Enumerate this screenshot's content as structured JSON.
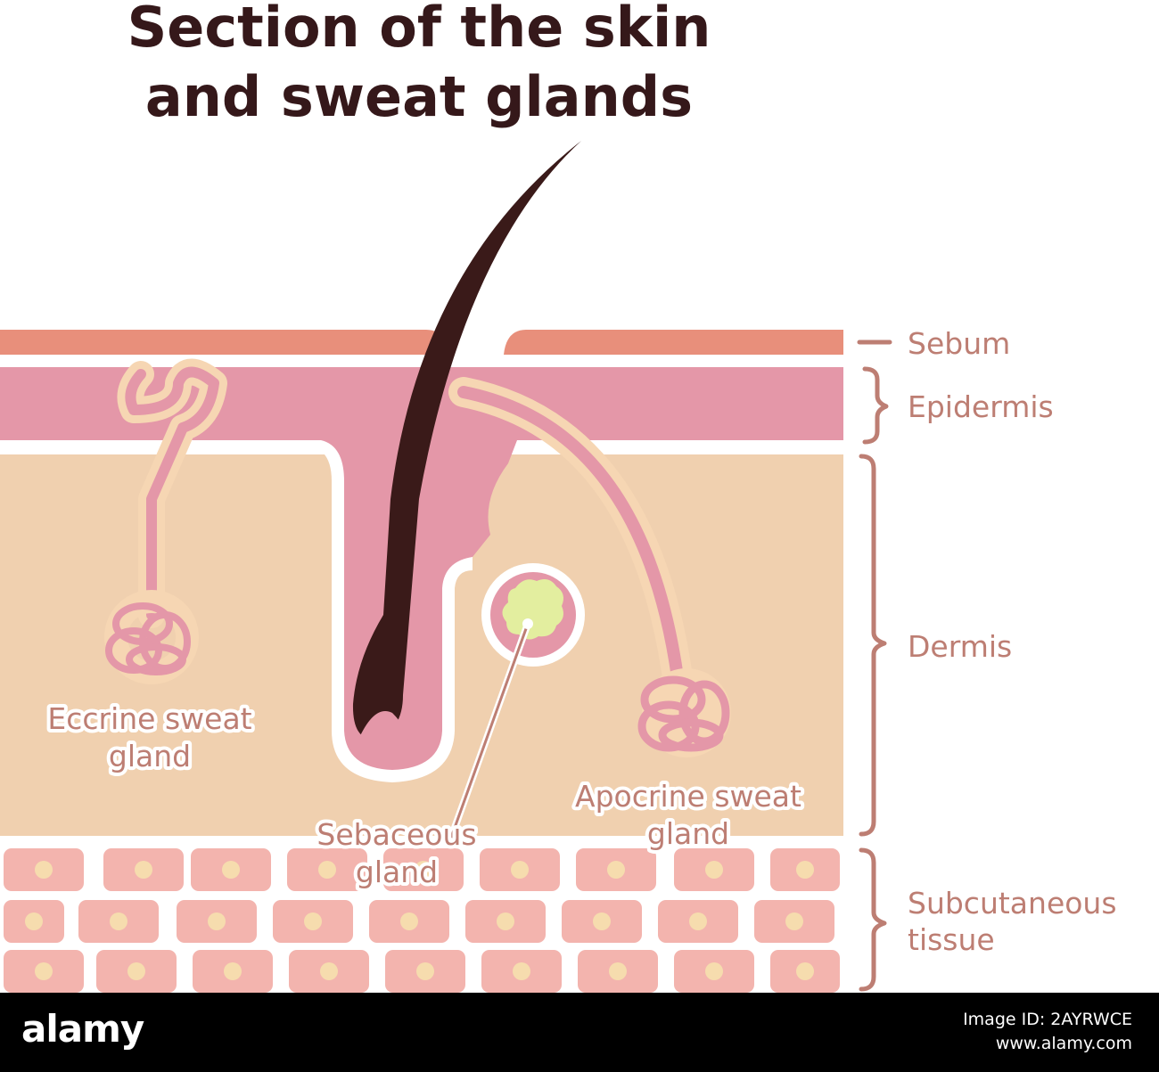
{
  "title": {
    "line1": "Section of the skin",
    "line2": "and sweat glands"
  },
  "layers": [
    {
      "key": "sebum",
      "label": "Sebum",
      "color": "#e88f7b"
    },
    {
      "key": "epidermis",
      "label": "Epidermis",
      "color": "#e497a8"
    },
    {
      "key": "dermis",
      "label": "Dermis",
      "color": "#f0d0af"
    },
    {
      "key": "subcutaneous",
      "label_line1": "Subcutaneous",
      "label_line2": "tissue",
      "color": "#f3b4ae"
    }
  ],
  "glands": {
    "eccrine": {
      "line1": "Eccrine sweat",
      "line2": "gland"
    },
    "sebaceous": {
      "line1": "Sebaceous",
      "line2": "gland"
    },
    "apocrine": {
      "line1": "Apocrine sweat",
      "line2": "gland"
    }
  },
  "colors": {
    "hair": "#3a1a19",
    "label_text": "#bd7e73",
    "bracket": "#bd7e73",
    "sebum_blob": "#e3ee9f",
    "cell_nucleus": "#f6dcae",
    "duct": "#e497a8",
    "duct_halo": "#f6d6b3"
  },
  "footer": {
    "brand": "alamy",
    "image_id": "Image ID: 2AYRWCE",
    "url": "www.alamy.com"
  }
}
